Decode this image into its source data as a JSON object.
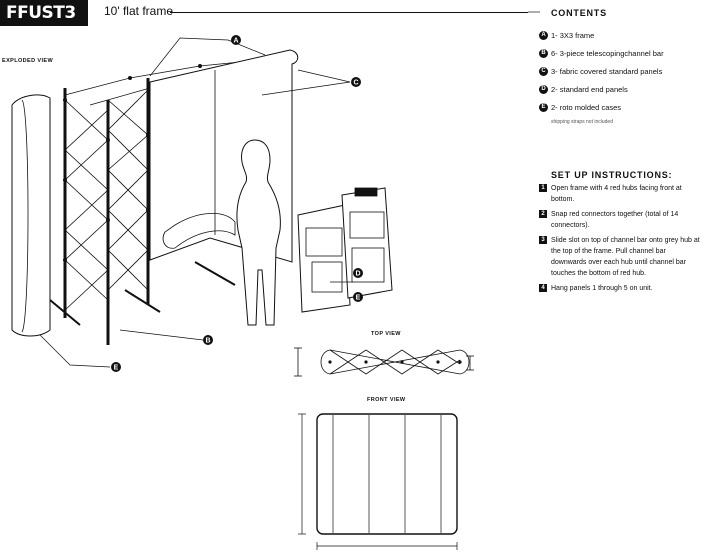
{
  "header": {
    "model": "FFUST3",
    "product_name": "10' flat frame"
  },
  "contents": {
    "title": "CONTENTS",
    "items": [
      {
        "marker": "A",
        "text": "1- 3X3 frame"
      },
      {
        "marker": "B",
        "text": "6- 3-piece telescopingchannel bar"
      },
      {
        "marker": "C",
        "text": "3- fabric covered standard panels"
      },
      {
        "marker": "D",
        "text": "2- standard end panels"
      },
      {
        "marker": "E",
        "text": "2- roto molded cases"
      }
    ],
    "note": "shipping straps not included"
  },
  "setup": {
    "title": "SET UP INSTRUCTIONS:",
    "steps": [
      {
        "number": "1",
        "text": "Open frame with 4 red hubs facing front at bottom."
      },
      {
        "number": "2",
        "text": "Snap red connectors together (total of 14 connectors)."
      },
      {
        "number": "3",
        "text": "Slide slot on top of channel bar onto grey hub at the top of the frame. Pull channel bar downwards over each hub until channel bar touches the bottom of red hub."
      },
      {
        "number": "4",
        "text": "Hang panels 1 through 5 on unit."
      }
    ]
  },
  "views": {
    "exploded": "EXPLODED VIEW",
    "top": "TOP VIEW",
    "front": "FRONT VIEW"
  },
  "callouts": [
    "A",
    "B",
    "C",
    "D",
    "E",
    "E"
  ]
}
